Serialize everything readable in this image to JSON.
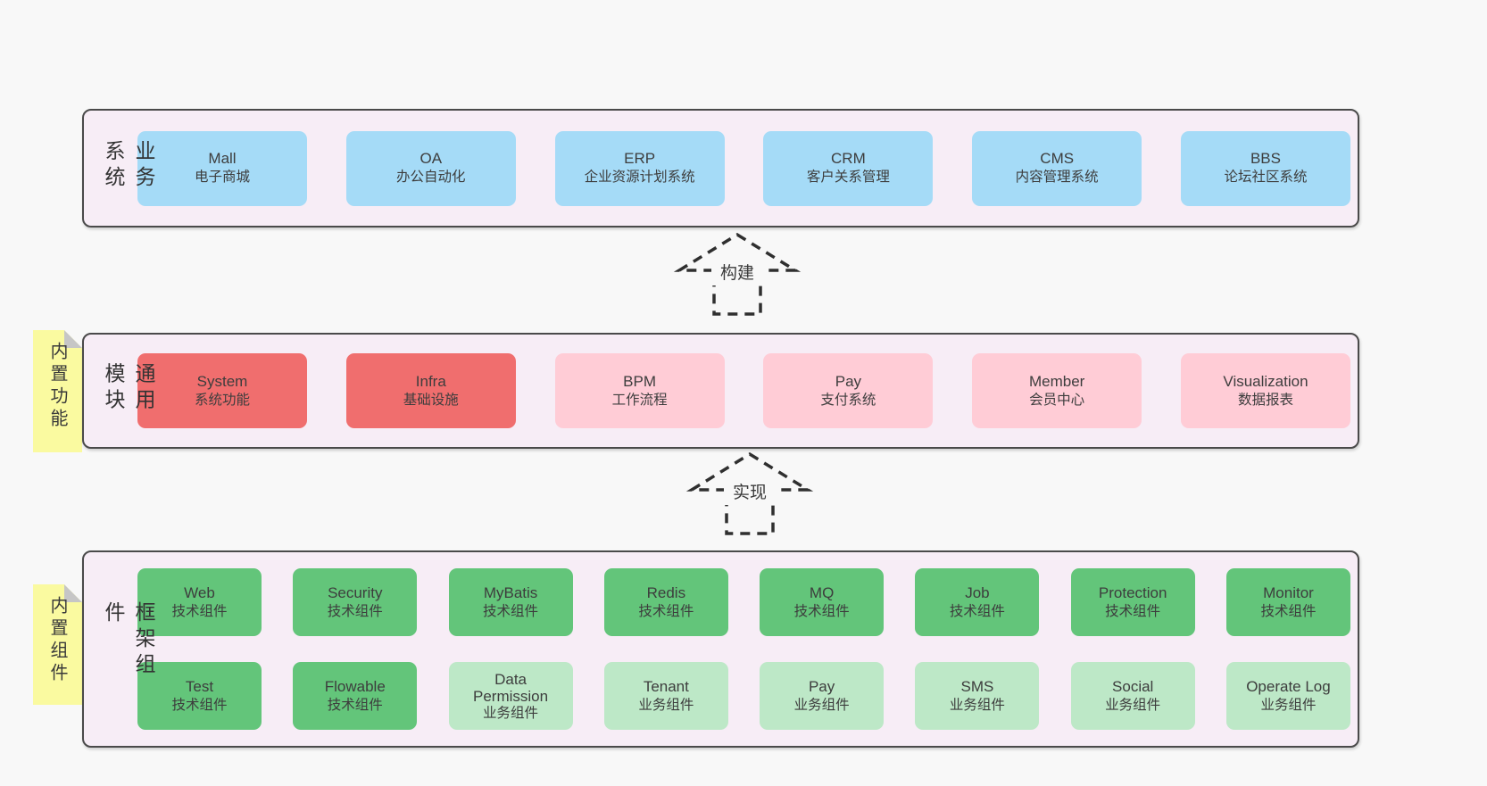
{
  "palette": {
    "page_background": "#f8f8f8",
    "band_background": "#f7edf6",
    "band_border": "#4a4a4a",
    "blue_box": "#a5dbf7",
    "red_box": "#f06e6e",
    "pink_box": "#ffccd6",
    "green_dark_box": "#63c57a",
    "green_light_box": "#bde8c7",
    "note_yellow": "#fafaa0",
    "note_fold_gray": "#c6c6c6",
    "text": "#3d3d3d"
  },
  "notes": [
    {
      "label": "内置功能"
    },
    {
      "label": "内置组件"
    }
  ],
  "arrows": [
    {
      "label": "构建"
    },
    {
      "label": "实现"
    }
  ],
  "bands": [
    {
      "label": "业务系统",
      "boxes": [
        {
          "name": "Mall",
          "desc": "电子商城"
        },
        {
          "name": "OA",
          "desc": "办公自动化"
        },
        {
          "name": "ERP",
          "desc": "企业资源计划系统"
        },
        {
          "name": "CRM",
          "desc": "客户关系管理"
        },
        {
          "name": "CMS",
          "desc": "内容管理系统"
        },
        {
          "name": "BBS",
          "desc": "论坛社区系统"
        }
      ]
    },
    {
      "label": "通用模块",
      "boxes": [
        {
          "name": "System",
          "desc": "系统功能",
          "variant": "red"
        },
        {
          "name": "Infra",
          "desc": "基础设施",
          "variant": "red"
        },
        {
          "name": "BPM",
          "desc": "工作流程",
          "variant": "pink"
        },
        {
          "name": "Pay",
          "desc": "支付系统",
          "variant": "pink"
        },
        {
          "name": "Member",
          "desc": "会员中心",
          "variant": "pink"
        },
        {
          "name": "Visualization",
          "desc": "数据报表",
          "variant": "pink"
        }
      ]
    },
    {
      "label": "框架组件",
      "rows": [
        {
          "boxes": [
            {
              "name": "Web",
              "desc": "技术组件",
              "variant": "green-dark"
            },
            {
              "name": "Security",
              "desc": "技术组件",
              "variant": "green-dark"
            },
            {
              "name": "MyBatis",
              "desc": "技术组件",
              "variant": "green-dark"
            },
            {
              "name": "Redis",
              "desc": "技术组件",
              "variant": "green-dark"
            },
            {
              "name": "MQ",
              "desc": "技术组件",
              "variant": "green-dark"
            },
            {
              "name": "Job",
              "desc": "技术组件",
              "variant": "green-dark"
            },
            {
              "name": "Protection",
              "desc": "技术组件",
              "variant": "green-dark"
            },
            {
              "name": "Monitor",
              "desc": "技术组件",
              "variant": "green-dark"
            }
          ]
        },
        {
          "boxes": [
            {
              "name": "Test",
              "desc": "技术组件",
              "variant": "green-dark"
            },
            {
              "name": "Flowable",
              "desc": "技术组件",
              "variant": "green-dark"
            },
            {
              "name": "Data Permission",
              "desc": "业务组件",
              "variant": "green-light"
            },
            {
              "name": "Tenant",
              "desc": "业务组件",
              "variant": "green-light"
            },
            {
              "name": "Pay",
              "desc": "业务组件",
              "variant": "green-light"
            },
            {
              "name": "SMS",
              "desc": "业务组件",
              "variant": "green-light"
            },
            {
              "name": "Social",
              "desc": "业务组件",
              "variant": "green-light"
            },
            {
              "name": "Operate Log",
              "desc": "业务组件",
              "variant": "green-light"
            }
          ]
        }
      ]
    }
  ]
}
